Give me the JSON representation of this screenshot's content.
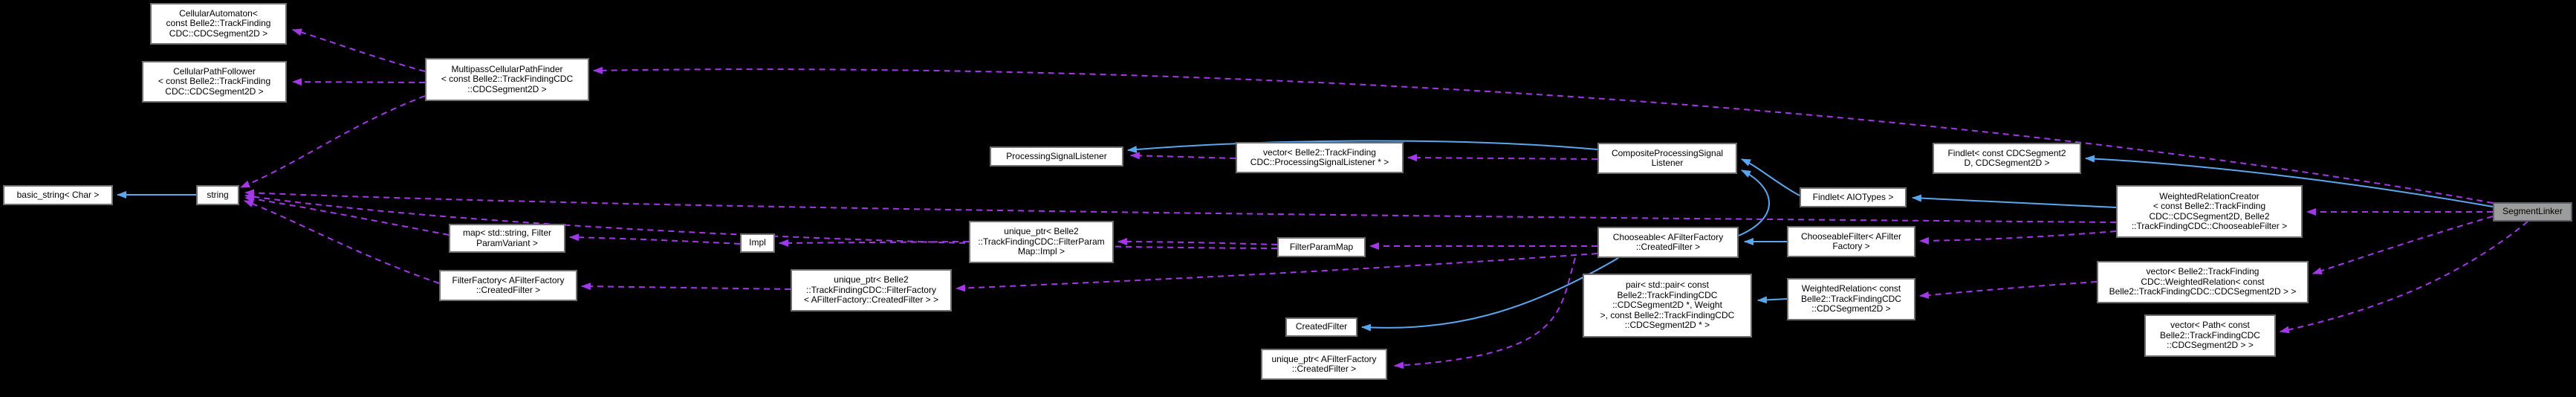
{
  "diagram": {
    "title": "SegmentLinker collaboration graph",
    "colors": {
      "background": "#000000",
      "node_fill": "#ffffff",
      "node_border": "#6f6f6f",
      "highlight_fill": "#9c9c9c",
      "inheritance_arrow": "#5aa7f0",
      "usage_arrow": "#a238e8"
    },
    "nodes": [
      {
        "id": "cellular-automaton",
        "label": "CellularAutomaton<\n const Belle2::TrackFinding\nCDC::CDCSegment2D >"
      },
      {
        "id": "cellular-path-follower",
        "label": "CellularPathFollower\n< const Belle2::TrackFinding\nCDC::CDCSegment2D >"
      },
      {
        "id": "multipass-cellular-path-finder",
        "label": "MultipassCellularPathFinder\n< const Belle2::TrackFindingCDC\n::CDCSegment2D >"
      },
      {
        "id": "basic-string",
        "label": "basic_string< Char >"
      },
      {
        "id": "string",
        "label": "string"
      },
      {
        "id": "processing-signal-listener",
        "label": "ProcessingSignalListener"
      },
      {
        "id": "vector-processing-signal-listener",
        "label": "vector< Belle2::TrackFinding\nCDC::ProcessingSignalListener * >"
      },
      {
        "id": "composite-processing-signal-listener",
        "label": "CompositeProcessingSignal\nListener"
      },
      {
        "id": "findlet-cdcsegment2d",
        "label": "Findlet< const CDCSegment2\nD, CDCSegment2D >"
      },
      {
        "id": "findlet-aiotypes",
        "label": "Findlet< AIOTypes >"
      },
      {
        "id": "weighted-relation-creator",
        "label": "WeightedRelationCreator\n< const Belle2::TrackFinding\nCDC::CDCSegment2D, Belle2\n::TrackFindingCDC::ChooseableFilter >"
      },
      {
        "id": "segment-linker",
        "label": "SegmentLinker"
      },
      {
        "id": "map-filter-param-variant",
        "label": "map< std::string, Filter\nParamVariant >"
      },
      {
        "id": "impl",
        "label": "Impl"
      },
      {
        "id": "unique-ptr-filter-param-map-impl",
        "label": "unique_ptr< Belle2\n::TrackFindingCDC::FilterParam\nMap::Impl >"
      },
      {
        "id": "filter-param-map",
        "label": "FilterParamMap"
      },
      {
        "id": "chooseable",
        "label": "Chooseable< AFilterFactory\n::CreatedFilter >"
      },
      {
        "id": "chooseable-filter",
        "label": "ChooseableFilter< AFilter\nFactory >"
      },
      {
        "id": "filter-factory",
        "label": "FilterFactory< AFilterFactory\n::CreatedFilter >"
      },
      {
        "id": "unique-ptr-filter-factory",
        "label": "unique_ptr< Belle2\n::TrackFindingCDC::FilterFactory\n< AFilterFactory::CreatedFilter > >"
      },
      {
        "id": "pair-weighted-segment",
        "label": "pair< std::pair< const\n Belle2::TrackFindingCDC\n::CDCSegment2D *, Weight\n >, const Belle2::TrackFindingCDC\n::CDCSegment2D * >"
      },
      {
        "id": "weighted-relation",
        "label": "WeightedRelation< const\n Belle2::TrackFindingCDC\n::CDCSegment2D >"
      },
      {
        "id": "vector-weighted-relation",
        "label": "vector< Belle2::TrackFinding\nCDC::WeightedRelation< const\n Belle2::TrackFindingCDC::CDCSegment2D > >"
      },
      {
        "id": "vector-path",
        "label": "vector< Path< const\n Belle2::TrackFindingCDC\n::CDCSegment2D > >"
      },
      {
        "id": "created-filter",
        "label": "CreatedFilter"
      },
      {
        "id": "unique-ptr-created-filter",
        "label": "unique_ptr< AFilterFactory\n::CreatedFilter >"
      }
    ],
    "edges": [
      {
        "from": "string",
        "to": "basic-string",
        "type": "inheritance"
      },
      {
        "from": "composite-processing-signal-listener",
        "to": "processing-signal-listener",
        "type": "inheritance"
      },
      {
        "from": "findlet-aiotypes",
        "to": "composite-processing-signal-listener",
        "type": "inheritance"
      },
      {
        "from": "chooseable",
        "to": "composite-processing-signal-listener",
        "type": "inheritance"
      },
      {
        "from": "chooseable",
        "to": "created-filter",
        "type": "inheritance"
      },
      {
        "from": "chooseable-filter",
        "to": "chooseable",
        "type": "inheritance"
      },
      {
        "from": "weighted-relation-creator",
        "to": "findlet-aiotypes",
        "type": "inheritance"
      },
      {
        "from": "segment-linker",
        "to": "findlet-cdcsegment2d",
        "type": "inheritance"
      },
      {
        "from": "weighted-relation",
        "to": "pair-weighted-segment",
        "type": "inheritance"
      },
      {
        "from": "multipass-cellular-path-finder",
        "to": "cellular-automaton",
        "type": "usage"
      },
      {
        "from": "multipass-cellular-path-finder",
        "to": "cellular-path-follower",
        "type": "usage"
      },
      {
        "from": "multipass-cellular-path-finder",
        "to": "string",
        "type": "usage"
      },
      {
        "from": "map-filter-param-variant",
        "to": "string",
        "type": "usage"
      },
      {
        "from": "filter-factory",
        "to": "string",
        "type": "usage"
      },
      {
        "from": "filter-param-map",
        "to": "string",
        "type": "usage"
      },
      {
        "from": "weighted-relation-creator",
        "to": "string",
        "type": "usage"
      },
      {
        "from": "segment-linker",
        "to": "multipass-cellular-path-finder",
        "type": "usage"
      },
      {
        "from": "composite-processing-signal-listener",
        "to": "vector-processing-signal-listener",
        "type": "usage"
      },
      {
        "from": "vector-processing-signal-listener",
        "to": "processing-signal-listener",
        "type": "usage"
      },
      {
        "from": "unique-ptr-filter-param-map-impl",
        "to": "impl",
        "type": "usage"
      },
      {
        "from": "impl",
        "to": "map-filter-param-variant",
        "type": "usage"
      },
      {
        "from": "unique-ptr-filter-factory",
        "to": "filter-factory",
        "type": "usage"
      },
      {
        "from": "chooseable",
        "to": "filter-param-map",
        "type": "usage"
      },
      {
        "from": "chooseable",
        "to": "unique-ptr-filter-factory",
        "type": "usage"
      },
      {
        "from": "filter-param-map",
        "to": "unique-ptr-filter-param-map-impl",
        "type": "usage"
      },
      {
        "from": "vector-weighted-relation",
        "to": "weighted-relation",
        "type": "usage"
      },
      {
        "from": "segment-linker",
        "to": "weighted-relation-creator",
        "type": "usage"
      },
      {
        "from": "segment-linker",
        "to": "vector-weighted-relation",
        "type": "usage"
      },
      {
        "from": "segment-linker",
        "to": "vector-path",
        "type": "usage"
      },
      {
        "from": "weighted-relation-creator",
        "to": "chooseable-filter",
        "type": "usage"
      },
      {
        "from": "chooseable",
        "to": "unique-ptr-created-filter",
        "type": "usage"
      }
    ]
  }
}
